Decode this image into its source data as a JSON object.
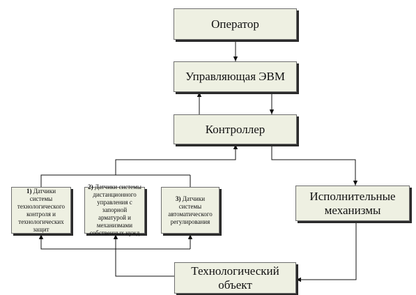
{
  "nodes": {
    "operator": "Оператор",
    "computer": "Управляющая ЭВМ",
    "controller": "Контроллер",
    "actuators": "Исполнительные механизмы",
    "object": "Технологический объект",
    "sensor1": {
      "num": "1)",
      "text": "Датчики системы технологического контроля и технологических защит"
    },
    "sensor2": {
      "num": "2)",
      "text": "Датчики системы дистанционного управления с запорной арматурой и механизмами собственных нужд"
    },
    "sensor3": {
      "num": "3)",
      "text": "Датчики системы автоматического регулирования"
    }
  },
  "colors": {
    "box_fill": "#eef0e2",
    "box_border": "#6f6f6f",
    "shadow": "#2b2b2b",
    "line": "#111111"
  }
}
